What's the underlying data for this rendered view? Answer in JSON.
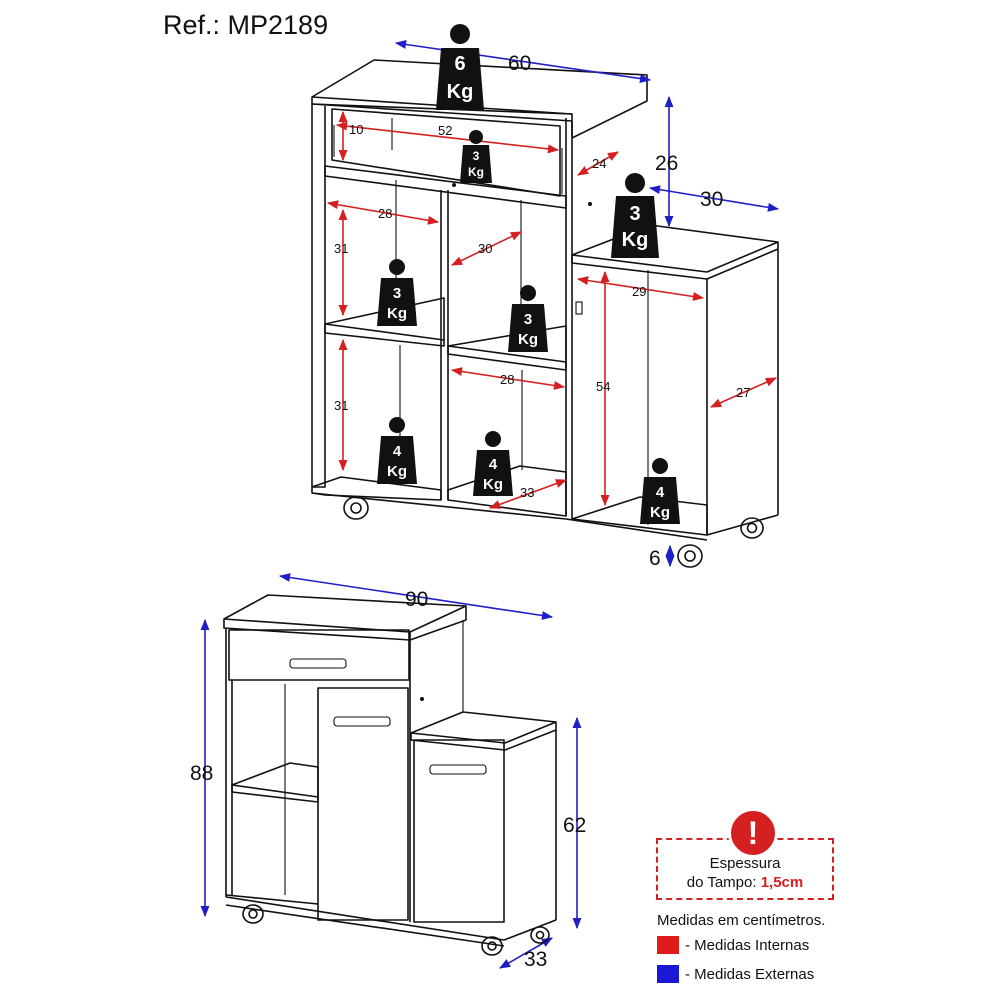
{
  "reference": "Ref.: MP2189",
  "dimensions": {
    "top_width": "60",
    "top_height": "26",
    "side_depth": "30",
    "drawer_height": "10",
    "drawer_width": "52",
    "drawer_depth": "24",
    "niche_width_upper": "28",
    "niche_height_upper": "31",
    "niche_depth_upper": "30",
    "niche_width_lower": "28",
    "niche_height_lower": "31",
    "niche_depth_lower": "33",
    "cabinet_width": "29",
    "cabinet_height": "54",
    "cabinet_depth": "27",
    "wheel_height": "6",
    "total_width": "90",
    "total_height": "88",
    "side_height": "62",
    "total_depth": "33"
  },
  "weights": [
    {
      "num": "6",
      "unit": "Kg"
    },
    {
      "num": "3",
      "unit": "Kg"
    },
    {
      "num": "3",
      "unit": "Kg"
    },
    {
      "num": "3",
      "unit": "Kg"
    },
    {
      "num": "3",
      "unit": "Kg"
    },
    {
      "num": "4",
      "unit": "Kg"
    },
    {
      "num": "4",
      "unit": "Kg"
    },
    {
      "num": "4",
      "unit": "Kg"
    }
  ],
  "notice": {
    "line1": "Espessura",
    "line2_prefix": "do Tampo: ",
    "line2_value": "1,5cm"
  },
  "units_note": "Medidas em centímetros.",
  "legend": [
    {
      "label": "- Medidas Internas",
      "color": "#e01b1b"
    },
    {
      "label": "- Medidas Externas",
      "color": "#1a1ad6"
    }
  ],
  "colors": {
    "internal": "#d42020",
    "external": "#1f1fc8",
    "weight_badge": "#111111"
  }
}
